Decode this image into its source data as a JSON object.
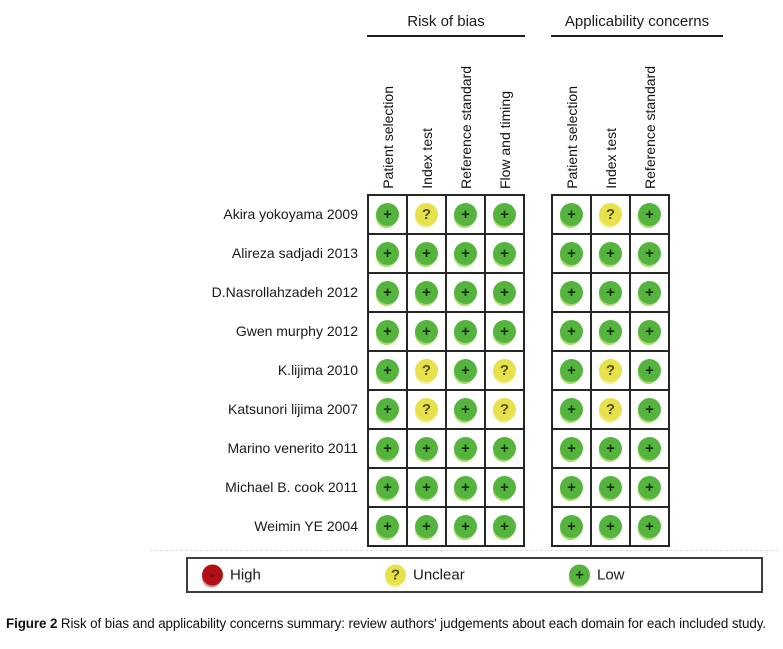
{
  "chart_data": {
    "type": "table",
    "title": "Risk of bias and applicability concerns summary",
    "column_groups": [
      {
        "label": "Risk of bias",
        "columns": [
          "Patient selection",
          "Index test",
          "Reference standard",
          "Flow and timing"
        ]
      },
      {
        "label": "Applicability concerns",
        "columns": [
          "Patient selection",
          "Index test",
          "Reference standard"
        ]
      }
    ],
    "rows": [
      {
        "study": "Akira yokoyama 2009",
        "risk_of_bias": [
          "low",
          "unclear",
          "low",
          "low"
        ],
        "applicability": [
          "low",
          "unclear",
          "low"
        ]
      },
      {
        "study": "Alireza sadjadi 2013",
        "risk_of_bias": [
          "low",
          "low",
          "low",
          "low"
        ],
        "applicability": [
          "low",
          "low",
          "low"
        ]
      },
      {
        "study": "D.Nasrollahzadeh 2012",
        "risk_of_bias": [
          "low",
          "low",
          "low",
          "low"
        ],
        "applicability": [
          "low",
          "low",
          "low"
        ]
      },
      {
        "study": "Gwen murphy 2012",
        "risk_of_bias": [
          "low",
          "low",
          "low",
          "low"
        ],
        "applicability": [
          "low",
          "low",
          "low"
        ]
      },
      {
        "study": "K.lijima 2010",
        "risk_of_bias": [
          "low",
          "unclear",
          "low",
          "unclear"
        ],
        "applicability": [
          "low",
          "unclear",
          "low"
        ]
      },
      {
        "study": "Katsunori lijima 2007",
        "risk_of_bias": [
          "low",
          "unclear",
          "low",
          "unclear"
        ],
        "applicability": [
          "low",
          "unclear",
          "low"
        ]
      },
      {
        "study": "Marino venerito 2011",
        "risk_of_bias": [
          "low",
          "low",
          "low",
          "low"
        ],
        "applicability": [
          "low",
          "low",
          "low"
        ]
      },
      {
        "study": "Michael B. cook 2011",
        "risk_of_bias": [
          "low",
          "low",
          "low",
          "low"
        ],
        "applicability": [
          "low",
          "low",
          "low"
        ]
      },
      {
        "study": "Weimin YE 2004",
        "risk_of_bias": [
          "low",
          "low",
          "low",
          "low"
        ],
        "applicability": [
          "low",
          "low",
          "low"
        ]
      }
    ],
    "symbol_key": {
      "high": {
        "symbol": "-",
        "color": "#b01116",
        "halo": "#d98f92",
        "symbol_color": "#570608"
      },
      "unclear": {
        "symbol": "?",
        "color": "#e7e14c",
        "halo": "#f2f0a8",
        "symbol_color": "#55500f"
      },
      "low": {
        "symbol": "+",
        "color": "#55b43e",
        "halo": "#a9db6e",
        "symbol_color": "#16300a"
      }
    },
    "legend": [
      {
        "level": "high",
        "label": "High"
      },
      {
        "level": "unclear",
        "label": "Unclear"
      },
      {
        "level": "low",
        "label": "Low"
      }
    ],
    "layout_hints": {
      "grid": "on",
      "legend_position": "bottom",
      "row_labels": "right-aligned left column"
    }
  },
  "caption": {
    "prefix": "Figure 2",
    "text": " Risk of bias and applicability concerns summary: review authors' judgements about each domain for each included study."
  }
}
